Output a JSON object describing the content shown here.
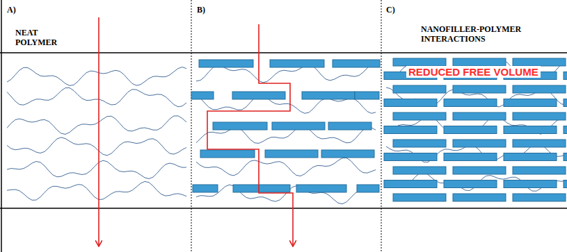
{
  "diagram": {
    "labels": [
      "A)",
      "NEAT POLYMER",
      "B)",
      "C)",
      "NANOFILLER-POLYMER INTERACTIONS",
      "REDUCED FREE VOLUME"
    ]
  }
}
